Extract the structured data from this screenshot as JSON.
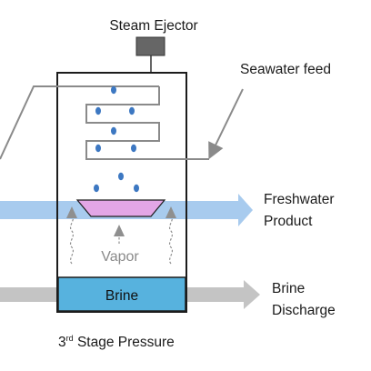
{
  "labels": {
    "steam_ejector": "Steam Ejector",
    "seawater_feed": "Seawater feed",
    "freshwater_line1": "Freshwater",
    "freshwater_line2": "Product",
    "vapor": "Vapor",
    "brine": "Brine",
    "brine_discharge_line1": "Brine",
    "brine_discharge_line2": "Discharge",
    "stage_pressure_num": "3",
    "stage_pressure_sup": "rd",
    "stage_pressure_rest": " Stage Pressure"
  },
  "colors": {
    "chamber_outline": "#1c1c1c",
    "ejector_fill": "#666666",
    "coil": "#8a8a8a",
    "droplet": "#3d78c2",
    "freshwater_arrow": "#a8cbee",
    "collector_tray": "#e3a6e6",
    "brine_pool": "#57b2de",
    "brine_arrow": "#c4c4c4",
    "vapor_arrow": "#8f8f8f"
  }
}
